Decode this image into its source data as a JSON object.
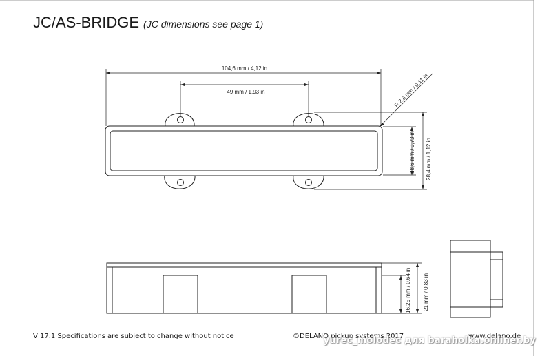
{
  "header": {
    "title": "JC/AS-BRIDGE",
    "subtitle": "(JC dimensions see page 1)"
  },
  "dimensions": {
    "overall_length": "104,6 mm / 4,12 in",
    "mount_spacing": "49 mm / 1,93 in",
    "corner_radius": "R 2,8 mm / 0,11 in",
    "body_width": "18,6 mm / 0,73 in",
    "total_width": "28,4 mm / 1,12 in",
    "body_height": "16,25 mm / 0,64 in",
    "total_height": "21 mm / 0,83 in"
  },
  "footer": {
    "version": "V 17.1 Specifications are subject to change without notice",
    "copyright": "©DELANO pickup systems 2017",
    "website": "www.delano.de"
  },
  "watermark": "yurec_molodec для baraholka.onliner.by"
}
